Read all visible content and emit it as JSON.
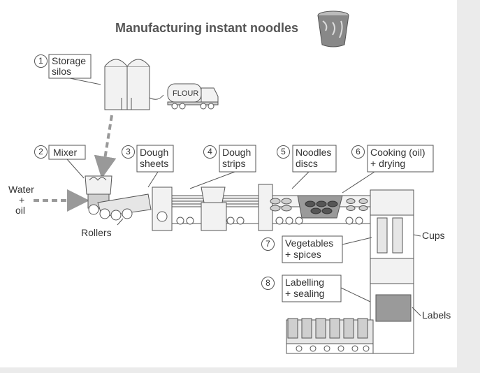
{
  "title": "Manufacturing instant noodles",
  "steps": [
    {
      "number": "1",
      "line1": "Storage",
      "line2": "silos"
    },
    {
      "number": "2",
      "line1": "Mixer",
      "line2": ""
    },
    {
      "number": "3",
      "line1": "Dough",
      "line2": "sheets"
    },
    {
      "number": "4",
      "line1": "Dough",
      "line2": "strips"
    },
    {
      "number": "5",
      "line1": "Noodles",
      "line2": "discs"
    },
    {
      "number": "6",
      "line1": "Cooking (oil)",
      "line2": "+ drying"
    },
    {
      "number": "7",
      "line1": "Vegetables",
      "line2": "+ spices"
    },
    {
      "number": "8",
      "line1": "Labelling",
      "line2": "+ sealing"
    }
  ],
  "inputs": {
    "water": "Water",
    "plus": "+",
    "oil": "oil"
  },
  "labels": {
    "flour": "FLOUR",
    "rollers": "Rollers",
    "cups": "Cups",
    "labels": "Labels"
  },
  "colors": {
    "stroke": "#555555",
    "fill_light": "#f2f2f2",
    "fill_mid": "#cfcfcf",
    "arrow": "#999999",
    "background": "#ffffff"
  }
}
